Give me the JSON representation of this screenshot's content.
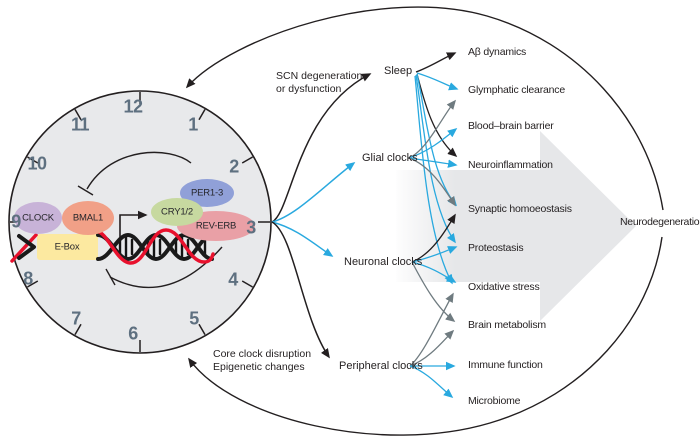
{
  "colors": {
    "arrow_blue": "#29a9df",
    "arrow_gray": "#6f7b80",
    "arrow_black": "#231f20",
    "clock_fill": "#e8e9eb",
    "big_arrow_fill": "#e6e7e9",
    "clock_number": "#5e7080",
    "dna_red": "#e8112d",
    "gene_fills": {
      "clock": "#c8b3d8",
      "bmal1": "#f1a087",
      "ebox": "#fce9a0",
      "cry": "#c7d9a0",
      "per": "#90a0d8",
      "reverb": "#e9a0a6"
    }
  },
  "clock": {
    "numbers": [
      "12",
      "1",
      "2",
      "3",
      "4",
      "5",
      "6",
      "7",
      "8",
      "9",
      "10",
      "11"
    ],
    "genes": {
      "clock": "CLOCK",
      "bmal1": "BMAL1",
      "ebox": "E-Box",
      "cry": "CRY1/2",
      "per": "PER1-3",
      "reverb": "REV-ERB"
    }
  },
  "annotations": {
    "scn": {
      "line1": "SCN degeneration",
      "line2": "or dysfunction"
    },
    "core": {
      "line1": "Core clock disruption",
      "line2": "Epigenetic changes"
    }
  },
  "nodes": {
    "sleep": "Sleep",
    "glial": "Glial clocks",
    "neuronal": "Neuronal clocks",
    "peripheral": "Peripheral clocks"
  },
  "outcomes": [
    "Aβ dynamics",
    "Glymphatic clearance",
    "Blood–brain barrier",
    "Neuroinflammation",
    "Synaptic homoeostasis",
    "Proteostasis",
    "Oxidative stress",
    "Brain metabolism",
    "Immune function",
    "Microbiome"
  ],
  "endpoint": "Neurodegeneration"
}
